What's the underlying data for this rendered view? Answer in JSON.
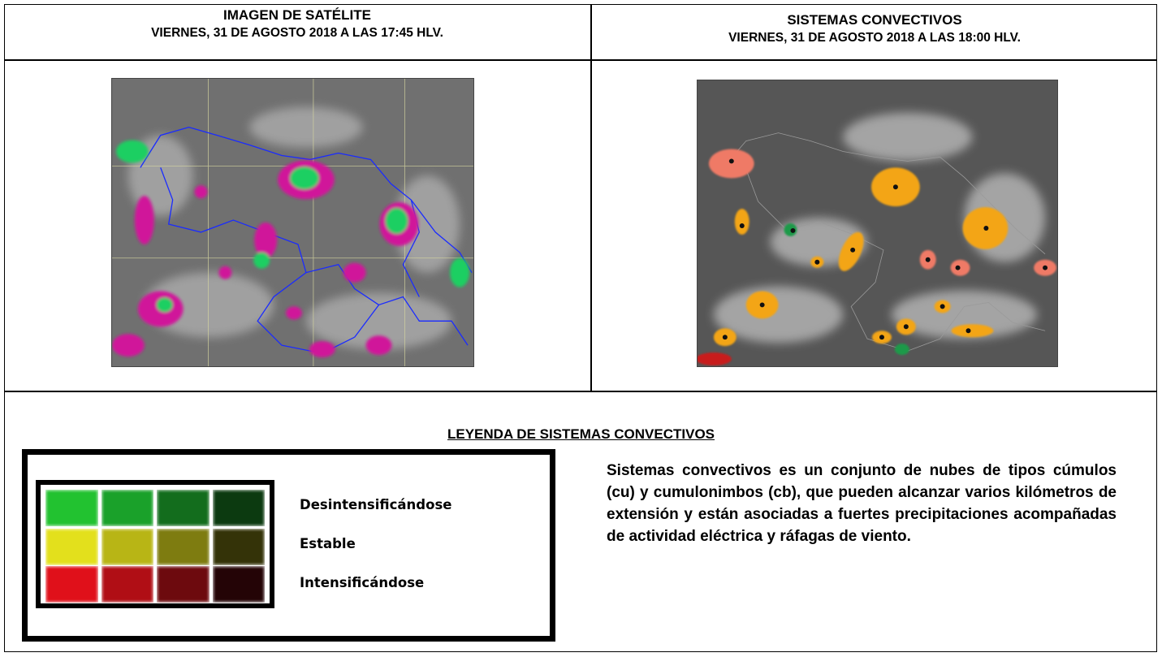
{
  "left_panel": {
    "title": "IMAGEN DE SATÉLITE",
    "subtitle": "VIERNES, 31 DE AGOSTO 2018 A LAS 17:45 HLV."
  },
  "right_panel": {
    "title": "SISTEMAS CONVECTIVOS",
    "subtitle": "VIERNES, 31 DE AGOSTO 2018 A LAS 18:00 HLV."
  },
  "legend": {
    "title": "LEYENDA DE SISTEMAS CONVECTIVOS",
    "labels": [
      "Desintensificándose",
      "Estable",
      "Intensificándose"
    ],
    "colors": {
      "green": [
        "#22c230",
        "#1aa12a",
        "#136d1d",
        "#0c3a10"
      ],
      "yellow": [
        "#e3e01c",
        "#b8b515",
        "#7e7c10",
        "#343308"
      ],
      "red": [
        "#e0101a",
        "#b00e15",
        "#6d0a0e",
        "#240406"
      ]
    }
  },
  "description": "Sistemas convectivos es un conjunto de nubes de tipos cúmulos (cu) y cumulonimbos (cb), que pueden alcanzar varios kilómetros de extensión y están asociadas a fuertes precipitaciones acompañadas de actividad eléctrica y ráfagas de viento."
}
